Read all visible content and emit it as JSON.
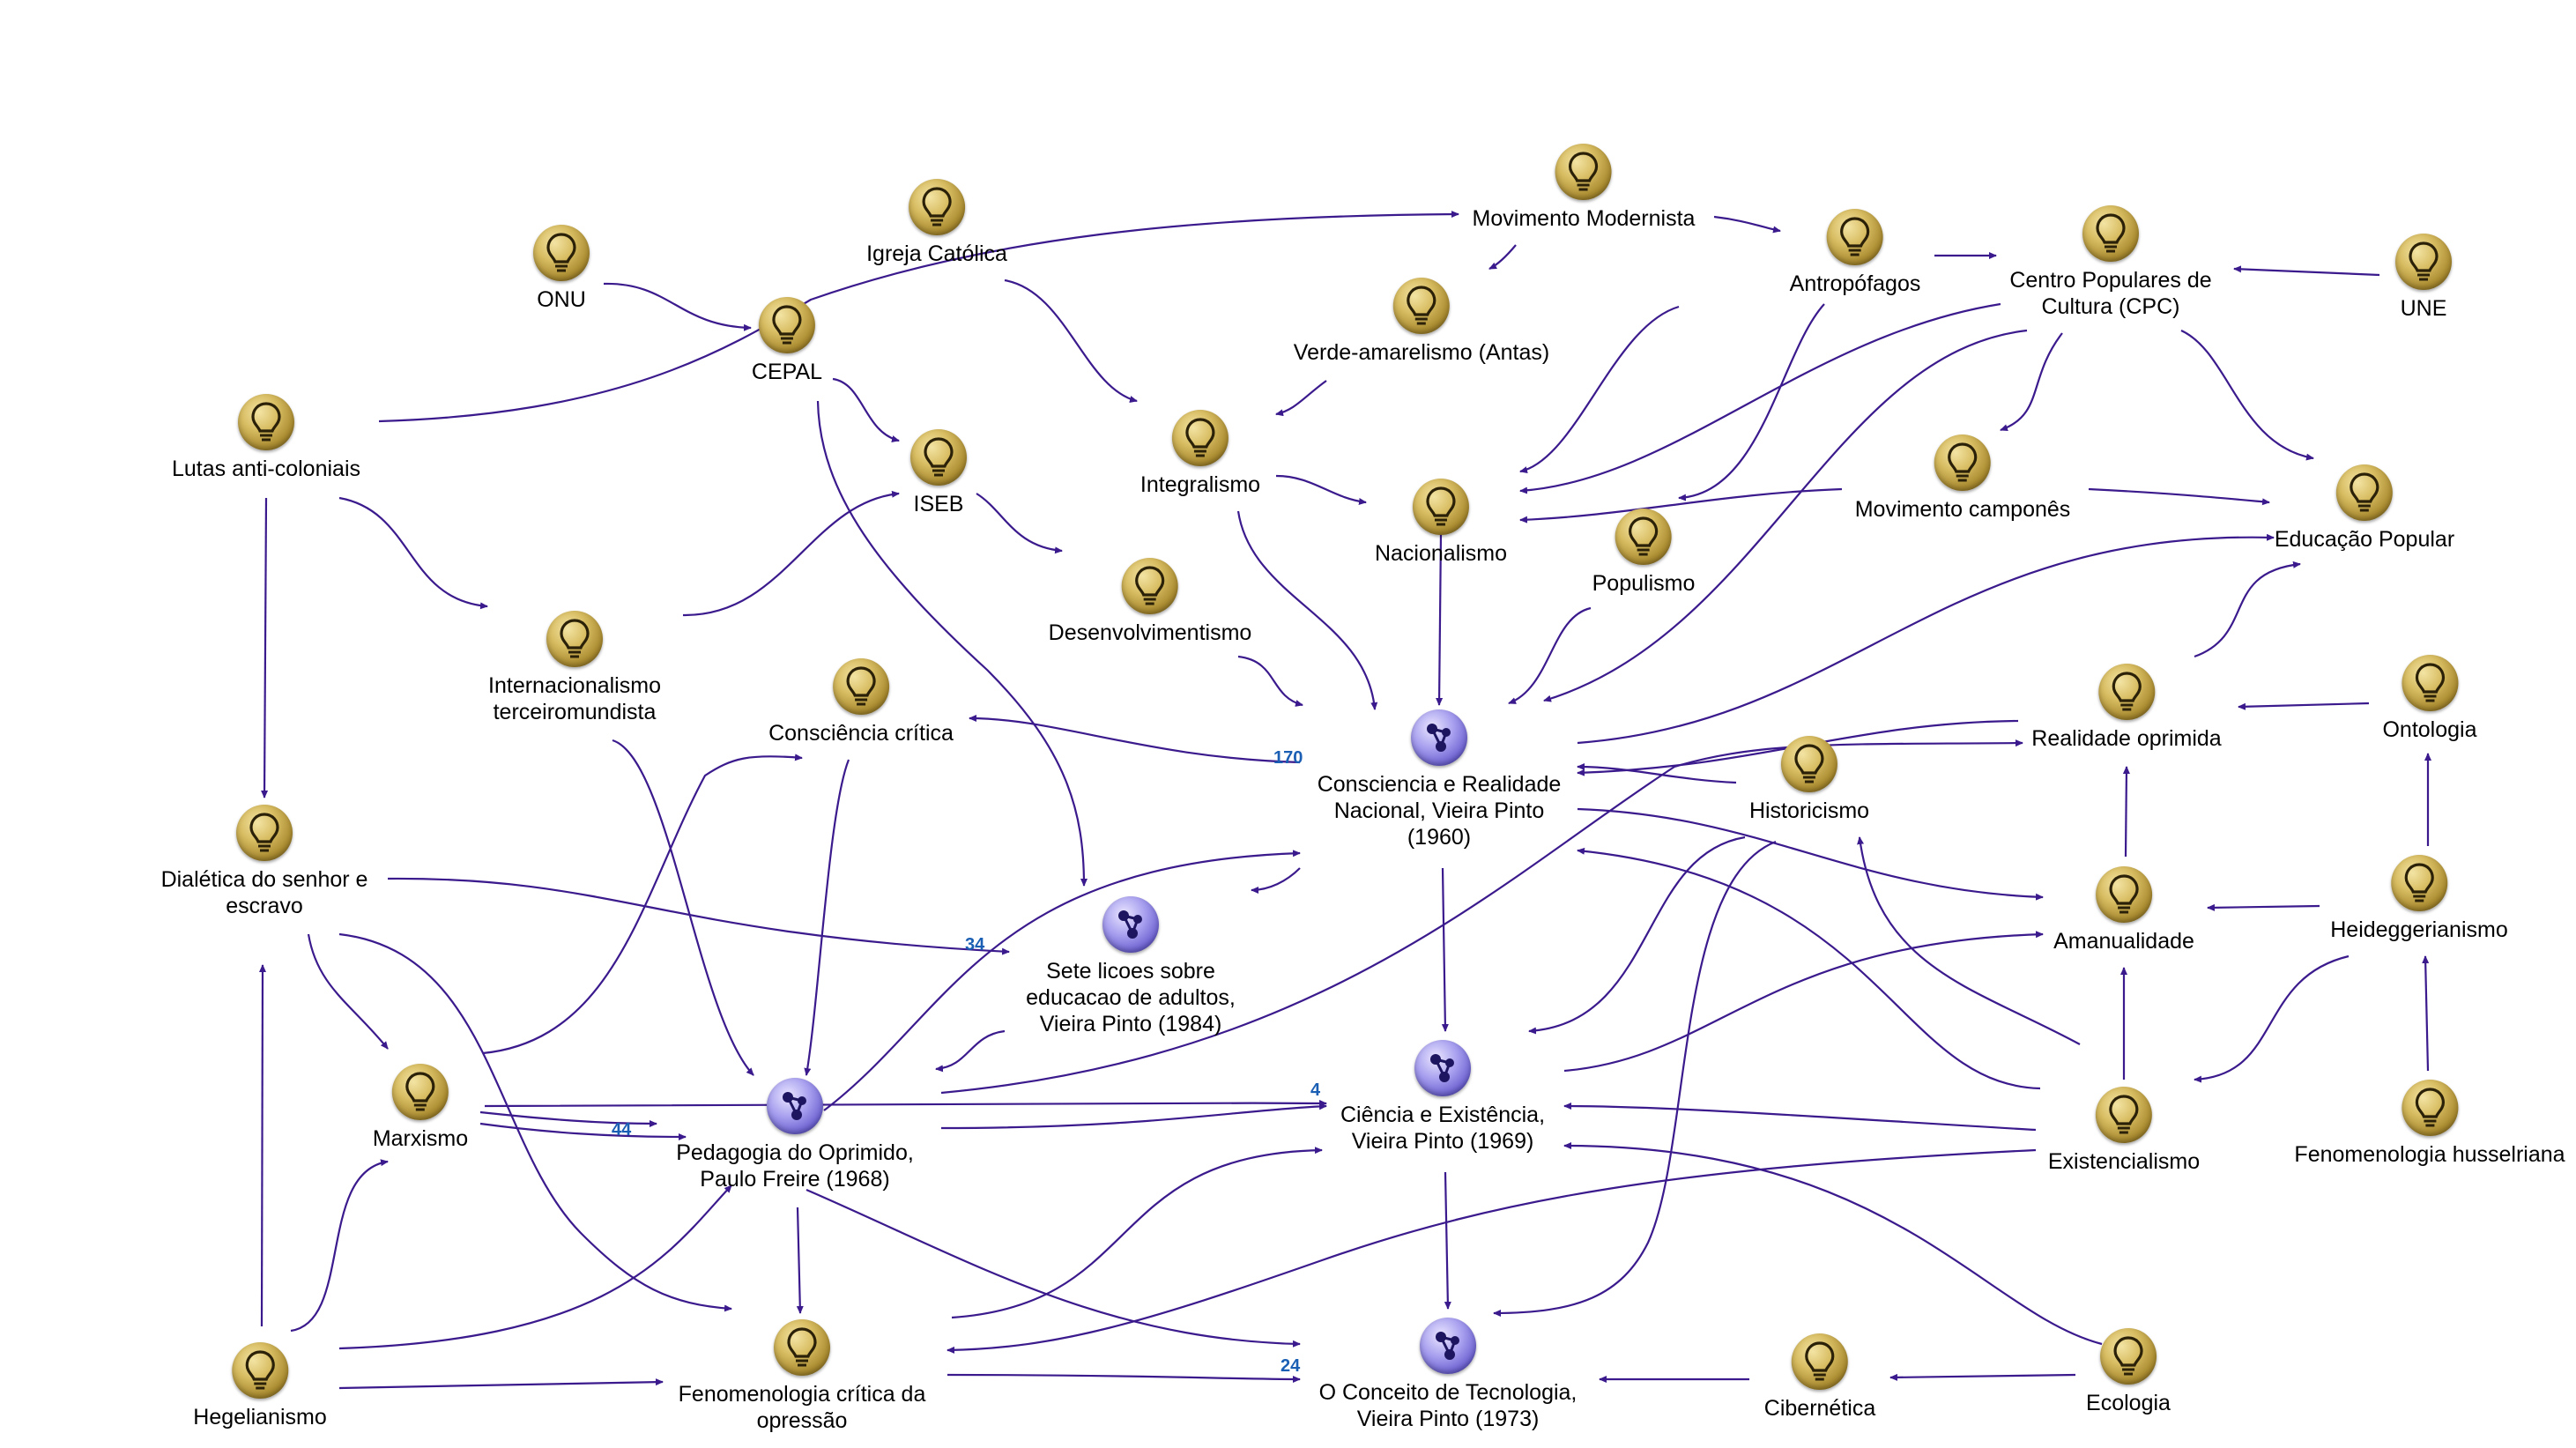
{
  "concepts": {
    "onu": "ONU",
    "cepal": "CEPAL",
    "igreja": "Igreja Católica",
    "modernista": "Movimento Modernista",
    "verde": "Verde-amarelismo (Antas)",
    "antropofagos": "Antropófagos",
    "cpc": "Centro Populares de Cultura (CPC)",
    "une": "UNE",
    "lutas": "Lutas anti-coloniais",
    "iseb": "ISEB",
    "integralismo": "Integralismo",
    "nacionalismo": "Nacionalismo",
    "populismo": "Populismo",
    "camponês": "Movimento camponês",
    "educacao_popular": "Educação Popular",
    "internacionalismo": "Internacionalismo terceiromundista",
    "desenvolvimentismo": "Desenvolvimentismo",
    "consciencia_critica": "Consciência crítica",
    "realidade_oprimida": "Realidade oprimida",
    "ontologia": "Ontologia",
    "historicismo": "Historicismo",
    "dialetica": "Dialética do senhor e escravo",
    "amanualidade": "Amanualidade",
    "heideggerianismo": "Heideggerianismo",
    "marxismo": "Marxismo",
    "existencialismo": "Existencialismo",
    "fenomenologia_husserliana": "Fenomenologia husselriana",
    "hegelianismo": "Hegelianismo",
    "fenomenologia_critica": "Fenomenologia crítica da opressão",
    "cibernetica": "Cibernética",
    "ecologia": "Ecologia"
  },
  "works": {
    "consciencia_realidade": {
      "label": "Consciencia e Realidade Nacional, Vieira Pinto (1960)",
      "count": "170"
    },
    "sete_licoes": {
      "label": "Sete licoes sobre educacao de adultos, Vieira Pinto (1984)",
      "count": "34"
    },
    "pedagogia": {
      "label": "Pedagogia do Oprimido, Paulo Freire (1968)",
      "count": "44"
    },
    "ciencia_existencia": {
      "label": "Ciência e Existência, Vieira Pinto (1969)",
      "count": "4"
    },
    "conceito_tecnologia": {
      "label": "O Conceito de Tecnologia, Vieira Pinto (1973)",
      "count": "24"
    }
  },
  "colors": {
    "edge": "#3a1a8c",
    "count": "#1a5fb4"
  }
}
